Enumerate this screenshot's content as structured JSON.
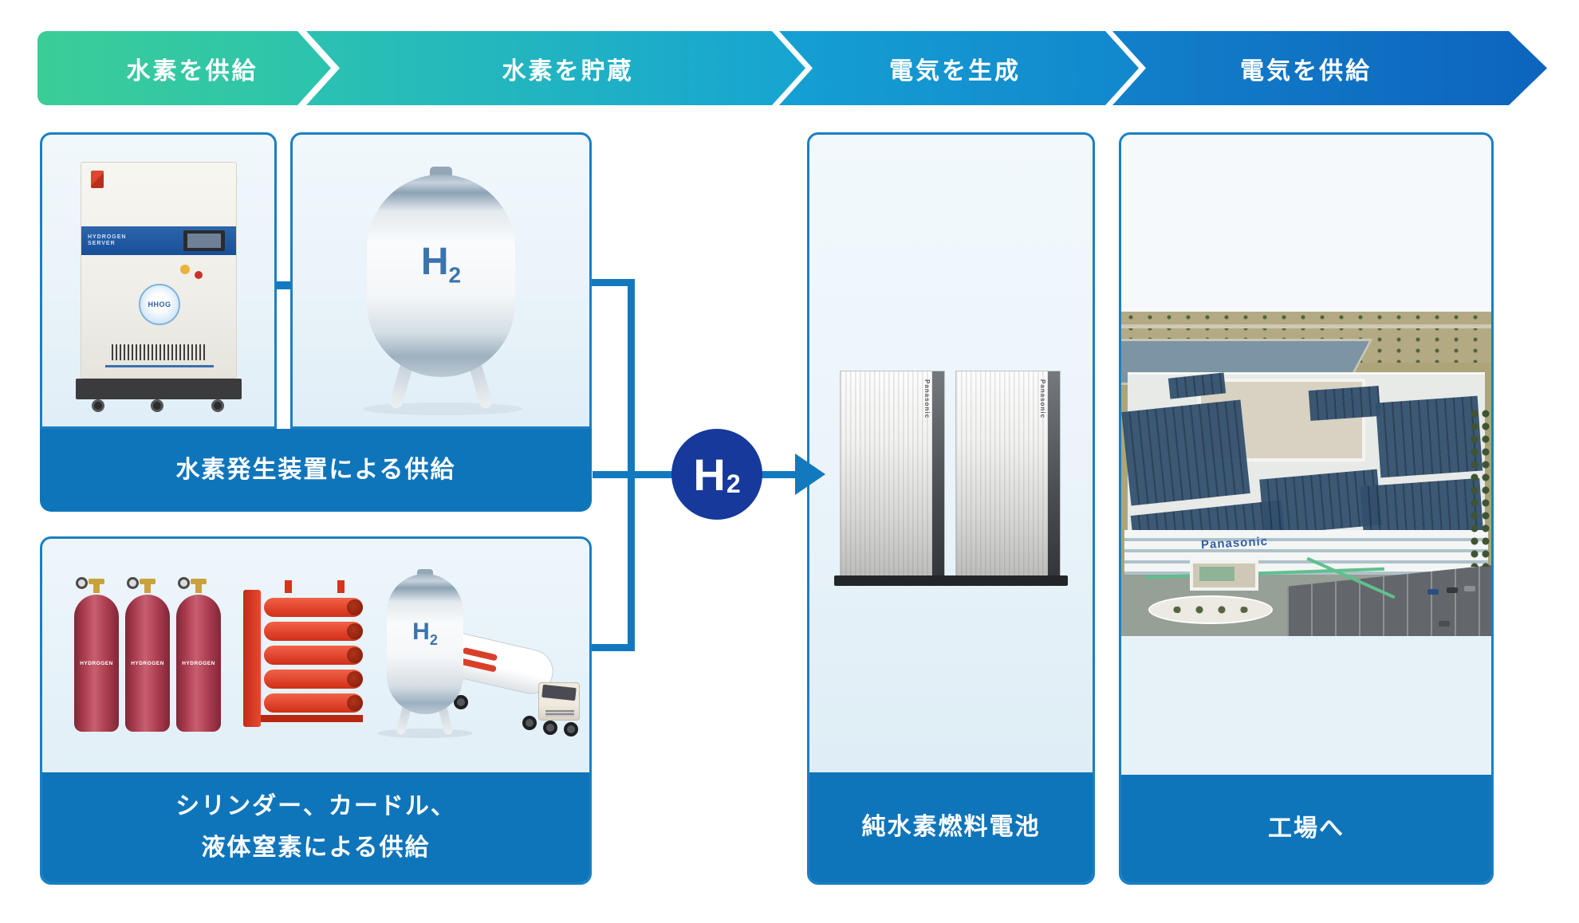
{
  "banner": {
    "steps": [
      {
        "label": "水素を供給"
      },
      {
        "label": "水素を貯蔵"
      },
      {
        "label": "電気を生成"
      },
      {
        "label": "電気を供給"
      }
    ]
  },
  "badges": {
    "h2_main": "H",
    "h2_sub": "2"
  },
  "icons": {
    "h2_badge": "h2-circle-badge",
    "flow_arrow": "right-arrow"
  },
  "cards": {
    "generator": {
      "caption": "水素発生装置による供給",
      "machine": {
        "band_text": "HYDROGEN SERVER",
        "logo_text": "HHOG"
      }
    },
    "storage_tank": {
      "label_main": "H",
      "label_sub": "2"
    },
    "cylinders": {
      "caption_line1": "シリンダー、カードル、",
      "caption_line2": "液体窒素による供給",
      "cylinder_label": "HYDROGEN",
      "tank_label_main": "H",
      "tank_label_sub": "2"
    },
    "fuel_cell": {
      "caption": "純水素燃料電池",
      "brand": "Panasonic"
    },
    "factory": {
      "caption": "工場へ",
      "building_brand": "Panasonic"
    }
  },
  "colors": {
    "step_green": "#3BCD97",
    "step_teal": "#16A4D2",
    "step_blue": "#1287CD",
    "step_deep_blue": "#0D64BD",
    "caption_bar_blue": "#0F75BB",
    "card_border_blue": "#1A7FC2",
    "connector_blue": "#1379BE",
    "h2_badge_navy": "#16399B",
    "tank_label_blue": "#3B74AE"
  }
}
